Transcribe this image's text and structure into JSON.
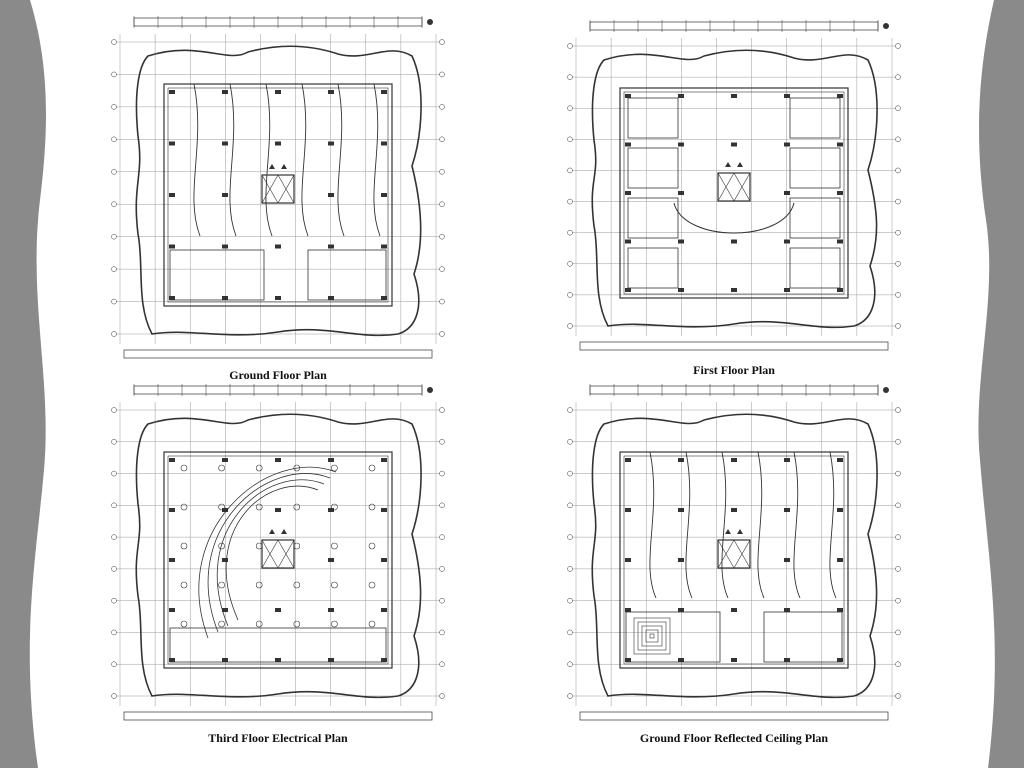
{
  "plans": [
    {
      "id": "ground-floor-plan",
      "title": "Ground Floor Plan",
      "variant": "ground"
    },
    {
      "id": "first-floor-plan",
      "title": "First Floor Plan",
      "variant": "first"
    },
    {
      "id": "third-floor-electrical-plan",
      "title": "Third Floor Electrical Plan",
      "variant": "electrical"
    },
    {
      "id": "ground-floor-reflected-ceiling-plan",
      "title": "Ground Floor Reflected Ceiling Plan",
      "variant": "ceiling"
    }
  ],
  "colors": {
    "background": "#ffffff",
    "side_panel": "#8a8a8a",
    "line": "#333333",
    "light_line": "#9a9a9a"
  }
}
